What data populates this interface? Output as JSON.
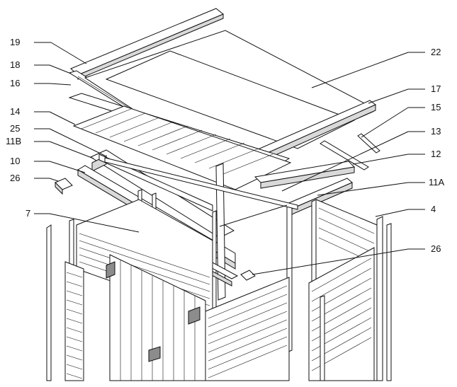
{
  "labels": {
    "p19": "19",
    "p18": "18",
    "p16": "16",
    "p14": "14",
    "p25": "25",
    "p11B": "11B",
    "p10": "10",
    "p26a": "26",
    "p7": "7",
    "p22": "22",
    "p17": "17",
    "p15": "15",
    "p13": "13",
    "p12": "12",
    "p11A": "11A",
    "p4": "4",
    "p26b": "26"
  }
}
